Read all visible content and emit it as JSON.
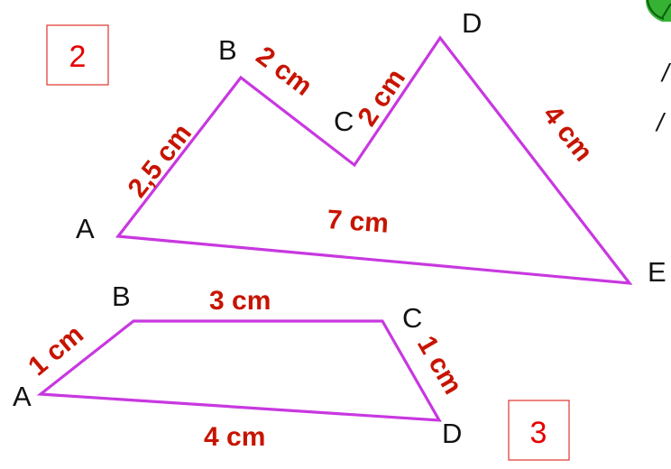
{
  "figure_numbers": [
    "2",
    "3"
  ],
  "figure2": {
    "vertices": [
      "A",
      "B",
      "C",
      "D",
      "E"
    ],
    "measures": [
      "2,5 cm",
      "2 cm",
      "2 cm",
      "4 cm",
      "7 cm"
    ]
  },
  "figure3": {
    "vertices": [
      "A",
      "B",
      "C",
      "D"
    ],
    "measures": [
      "1 cm",
      "3 cm",
      "1 cm",
      "4 cm"
    ]
  },
  "colors": {
    "polygon_stroke": "#c838e0",
    "measure_text": "#c71400",
    "number_text": "#e60000",
    "character_green": "#35b233"
  }
}
